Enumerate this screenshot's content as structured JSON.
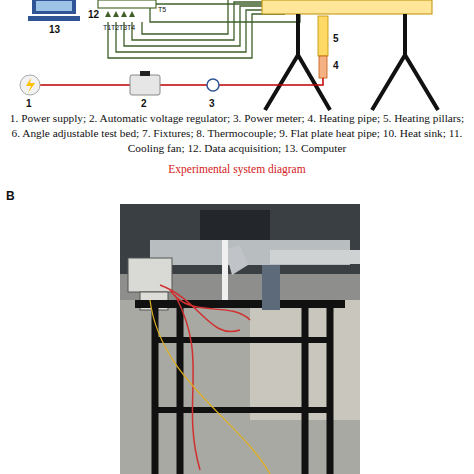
{
  "diagram": {
    "caption": "Experimental system diagram",
    "labels": [
      "13",
      "12",
      "T1",
      "T2",
      "T3",
      "T4",
      "T5",
      "5",
      "4",
      "1",
      "2",
      "3",
      "1. Power supply; 2. Automatic voltage regulator; 3. Power meter; 4. Heating pipe; 5. Heating pillars; 6. Angle adjustable test bed; 7. Fixtures; 8. Thermocouple; 9. Flat plate heat pipe; 10. Heat sink; 11. Cooling fan; 12. Data acquisition; 13. Computer",
      "B"
    ]
  }
}
